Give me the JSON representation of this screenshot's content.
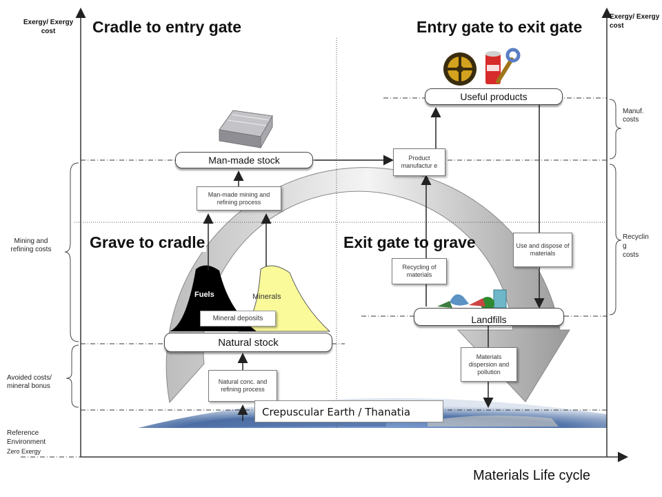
{
  "quadrants": {
    "top_left": "Cradle to entry gate",
    "top_right": "Entry gate to exit gate",
    "bottom_left": "Grave to cradle",
    "bottom_right": "Exit gate to grave"
  },
  "axes": {
    "left_y_label": "Exergy/ Exergy cost",
    "right_y_label": "Exergy/ Exergy cost",
    "x_label": "Materials Life cycle"
  },
  "left_brackets": {
    "mining": "Mining and refining costs",
    "avoided": "Avoided costs/ mineral bonus",
    "reference_line1": "Reference",
    "reference_line2": "Environment",
    "reference_line3": "Zero Exergy"
  },
  "right_brackets": {
    "manuf": "Manuf. costs",
    "recycling_line1": "Recyclin",
    "recycling_line2": "g",
    "recycling_line3": "costs"
  },
  "stocks": {
    "useful_products": "Useful products",
    "man_made_stock": "Man-made stock",
    "natural_stock": "Natural stock",
    "landfills": "Landfills"
  },
  "processes": {
    "product_manufacture": "Product manufactur e",
    "man_made_mining": "Man-made mining and refining process",
    "use_and_dispose": "Use and dispose of materials",
    "recycling": "Recycling of materials",
    "materials_dispersion": "Materials dispersion and pollution",
    "natural_conc": "Natural conc. and refining process",
    "mineral_deposits": "Mineral deposits"
  },
  "piles": {
    "fuels": "Fuels",
    "minerals": "Minerals"
  },
  "earth_label": "Crepuscular Earth / Thanatia",
  "icons": [
    "metal-ingots-icon",
    "car-wheel-icon",
    "cola-can-icon",
    "wrench-icon",
    "waste-pile-icon"
  ],
  "colors": {
    "fuels": "#000000",
    "minerals": "#fafa9a",
    "cycle_arrow": "#d8d8d8",
    "earth": "#3c5f92"
  }
}
